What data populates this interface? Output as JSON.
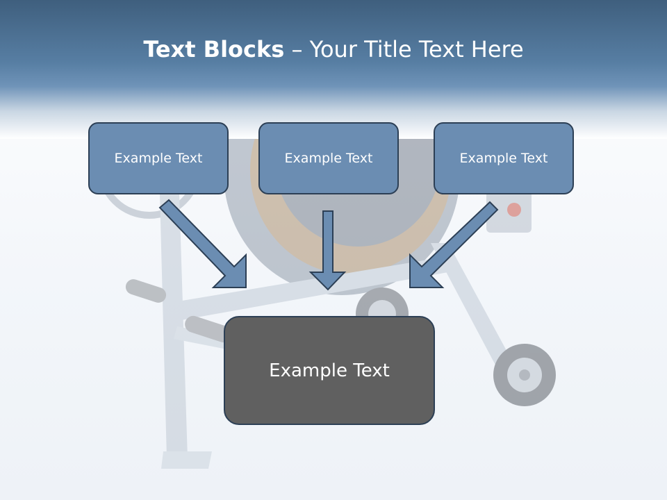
{
  "title": {
    "bold": "Text Blocks",
    "dash": " – ",
    "rest": "Your Title Text Here"
  },
  "blocks": [
    {
      "label": "Example Text"
    },
    {
      "label": "Example Text"
    },
    {
      "label": "Example Text"
    }
  ],
  "target": {
    "label": "Example Text"
  },
  "colors": {
    "header": "#577ea3",
    "block_fill": "#6b8db2",
    "block_border": "#2c3f55",
    "target_fill": "#606060",
    "arrow_fill": "#6b8db2"
  }
}
